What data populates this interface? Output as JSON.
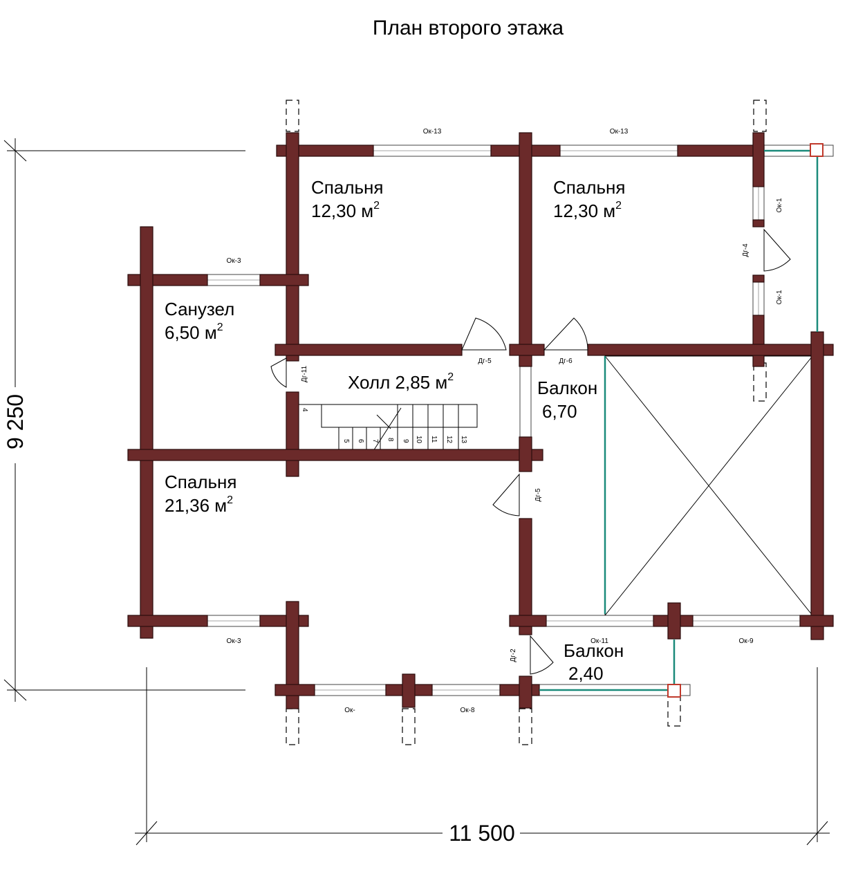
{
  "title": "План второго этажа",
  "rooms": [
    {
      "name": "Спальня",
      "area": "12,30 м",
      "sup": "2"
    },
    {
      "name": "Спальня",
      "area": "12,30 м",
      "sup": "2"
    },
    {
      "name": "Санузел",
      "area": "6,50 м",
      "sup": "2"
    },
    {
      "name": "Холл 2,85 м",
      "sup": "2"
    },
    {
      "name": "Балкон",
      "area": "6,70"
    },
    {
      "name": "Спальня",
      "area": "21,36 м",
      "sup": "2"
    },
    {
      "name": "Балкон",
      "area": "2,40"
    }
  ],
  "windows": [
    "Ок-13",
    "Ок-13",
    "Ок-3",
    "Ок-1",
    "Ок-1",
    "Ок-3",
    "Ок-",
    "Ок-8",
    "Ок-11",
    "Ок-9"
  ],
  "doors": [
    "Дг-4",
    "Дг-11",
    "Дг-5",
    "Дг-6",
    "Дг-5",
    "Дг-2"
  ],
  "stairs": [
    "4",
    "5",
    "6",
    "7",
    "8",
    "9",
    "10",
    "11",
    "12",
    "13"
  ],
  "dimensions": {
    "width": "11 500",
    "height": "9 250"
  },
  "colors": {
    "wall": "#6b2a2a",
    "railing": "#1a8a7a"
  }
}
